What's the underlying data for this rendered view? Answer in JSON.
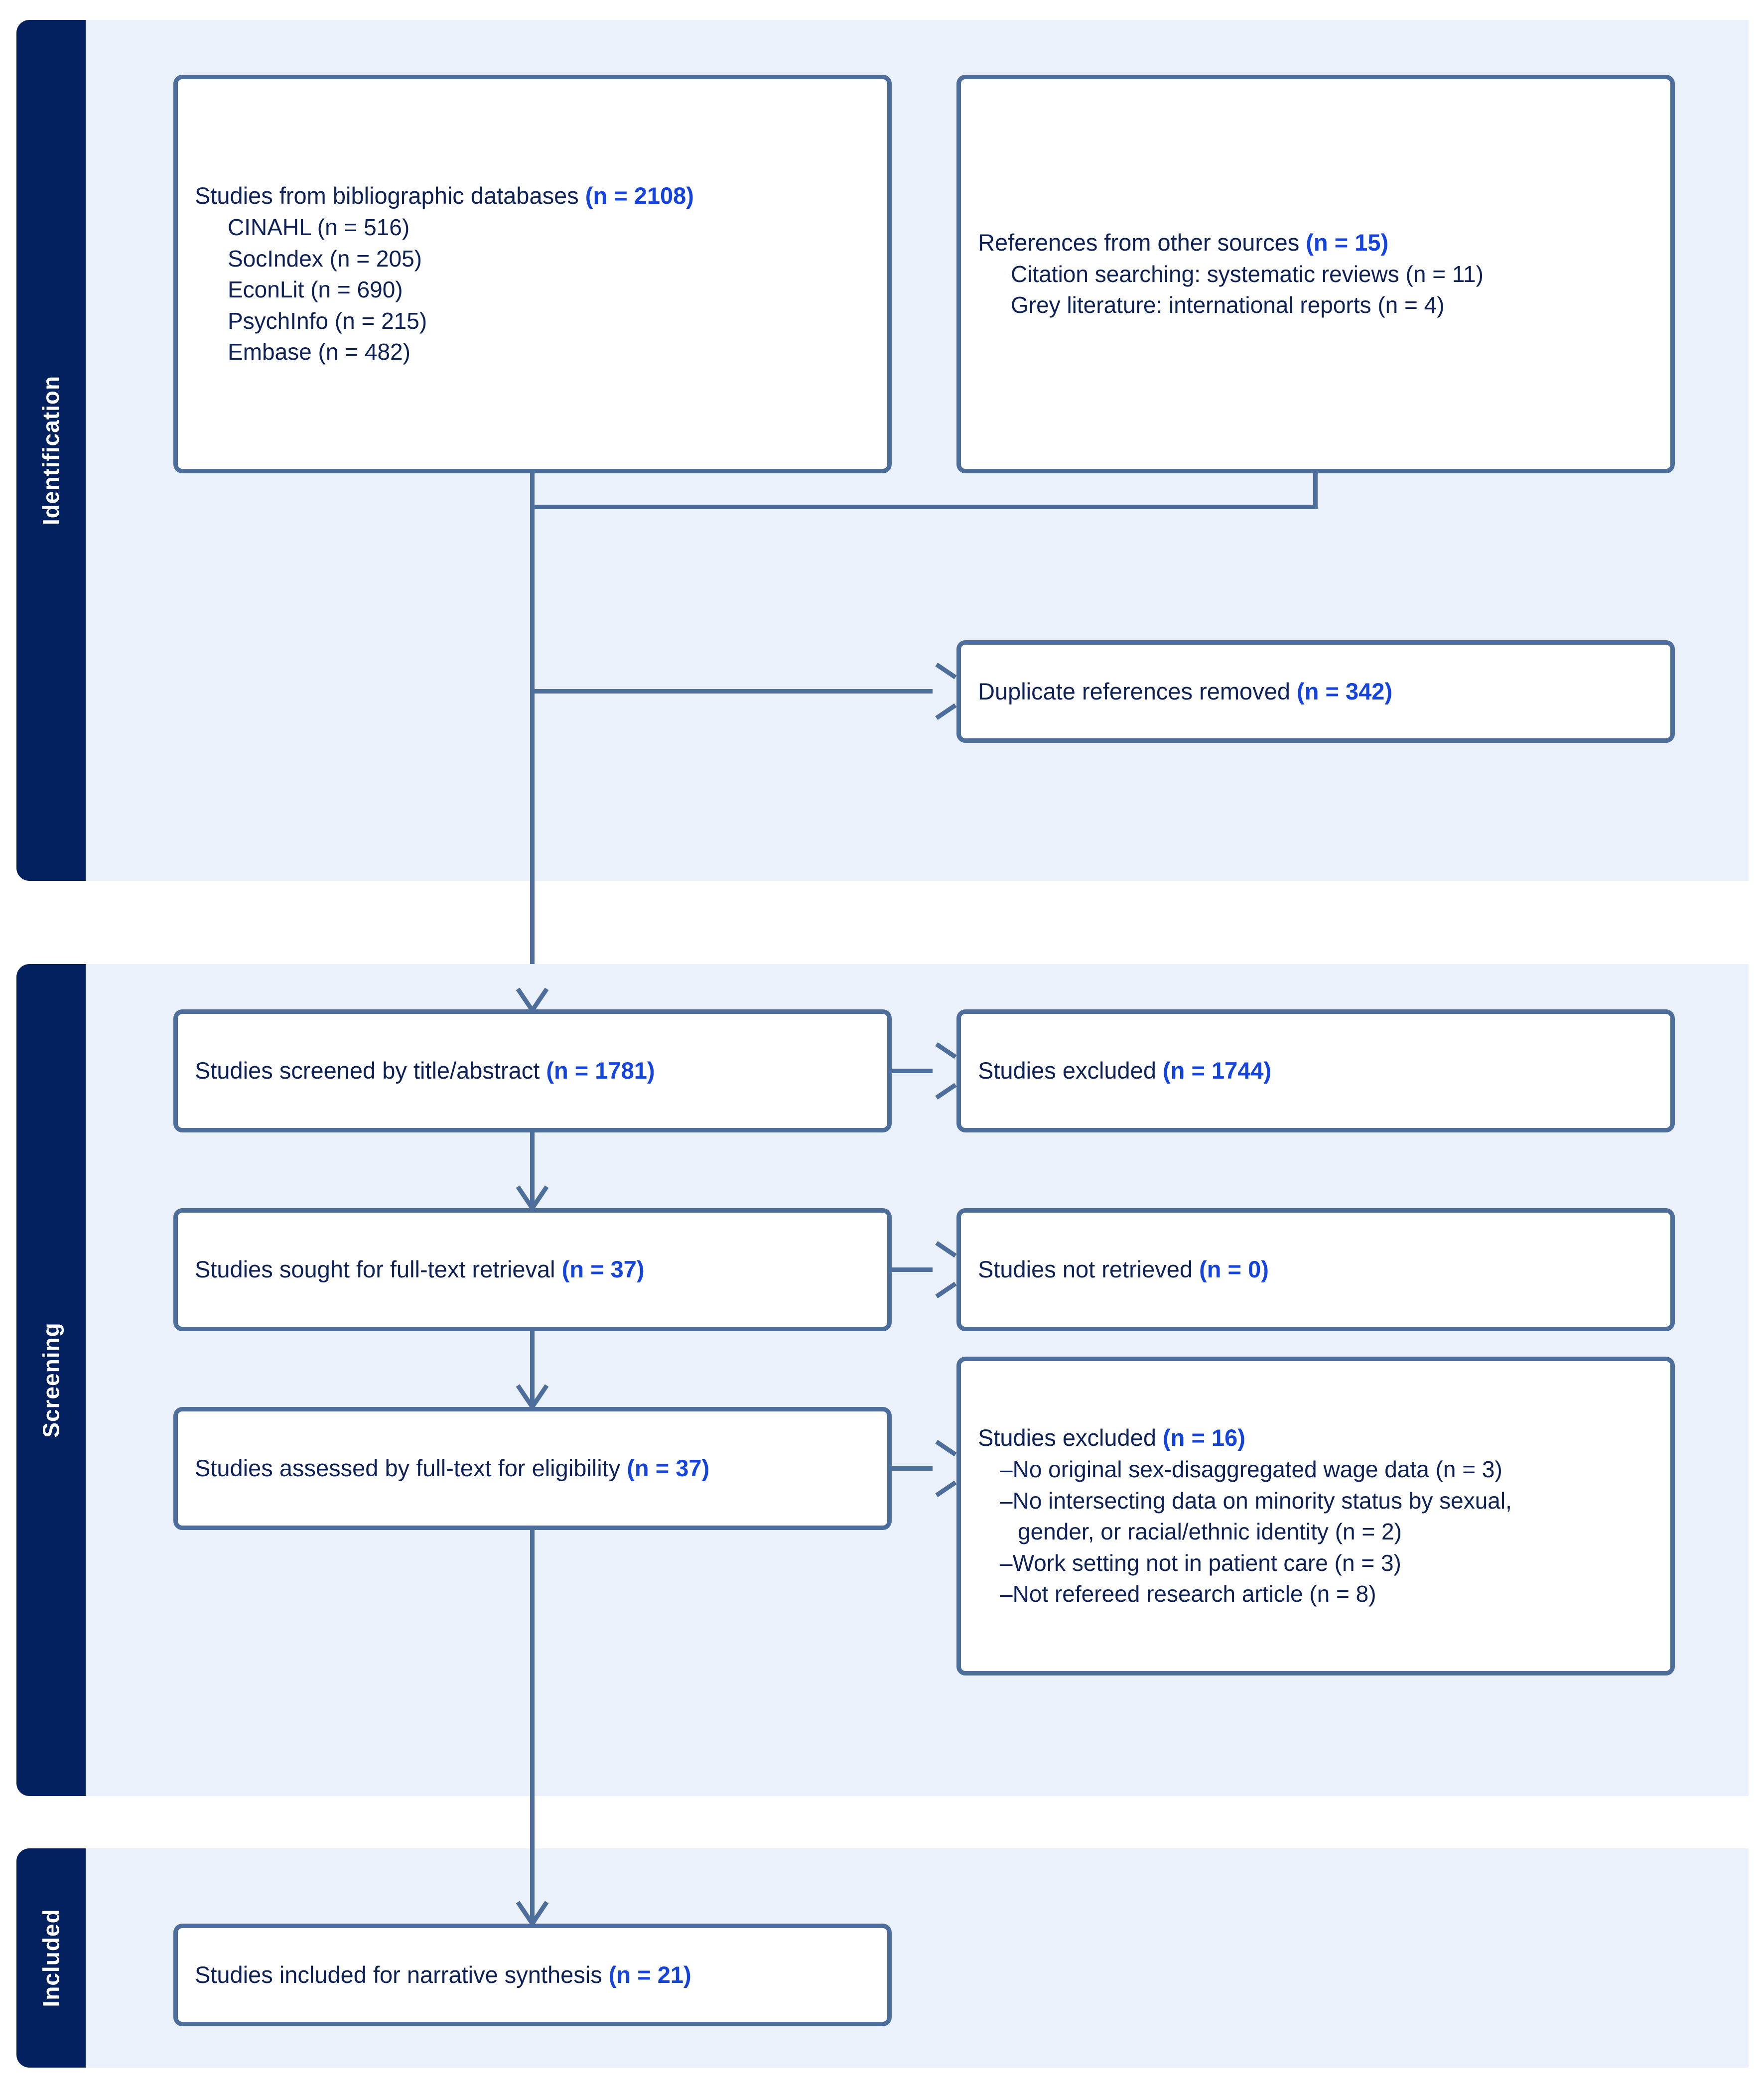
{
  "diagram": {
    "type": "PRISMA flow diagram",
    "accent_dark_navy": "#03215e",
    "accent_band_blue": "#eaf1fb",
    "accent_box_border": "#4d6d9a",
    "accent_text_navy": "#0d2156",
    "accent_number_blue": "#1544dd"
  },
  "stages": {
    "identification": {
      "label": "Identification"
    },
    "screening": {
      "label": "Screening"
    },
    "included": {
      "label": "Included"
    }
  },
  "boxes": {
    "databases": {
      "title": "Studies from bibliographic databases",
      "count": "(n = 2108)",
      "items": [
        "CINAHL (n = 516)",
        "SocIndex (n = 205)",
        "EconLit (n = 690)",
        "PsychInfo (n = 215)",
        "Embase (n = 482)"
      ]
    },
    "other_sources": {
      "title": "References from other sources",
      "count": "(n = 15)",
      "items": [
        "Citation searching: systematic reviews (n = 11)",
        "Grey literature: international reports (n = 4)"
      ]
    },
    "duplicates": {
      "title": "Duplicate references removed",
      "count": "(n = 342)"
    },
    "screened": {
      "title": "Studies screened by title/abstract",
      "count": "(n = 1781)"
    },
    "excluded_screen": {
      "title": "Studies excluded",
      "count": "(n = 1744)"
    },
    "sought": {
      "title": "Studies sought for full-text retrieval",
      "count": "(n = 37)"
    },
    "not_retrieved": {
      "title": "Studies not retrieved",
      "count": "(n = 0)"
    },
    "assessed": {
      "title": "Studies assessed by full-text for eligibility",
      "count": "(n = 37)"
    },
    "excluded_fulltext": {
      "title": "Studies excluded",
      "count": "(n = 16)",
      "reasons": [
        {
          "dash": "–",
          "text": "No original sex-disaggregated wage data (n = 3)",
          "cont": ""
        },
        {
          "dash": "–",
          "text": "No intersecting data on minority status by sexual,",
          "cont": "gender, or racial/ethnic identity (n = 2)"
        },
        {
          "dash": "–",
          "text": "Work setting not in patient care (n = 3)",
          "cont": ""
        },
        {
          "dash": "–",
          "text": "Not refereed research article (n = 8)",
          "cont": ""
        }
      ]
    },
    "included_final": {
      "title": "Studies included for narrative synthesis",
      "count": "(n = 21)"
    }
  }
}
